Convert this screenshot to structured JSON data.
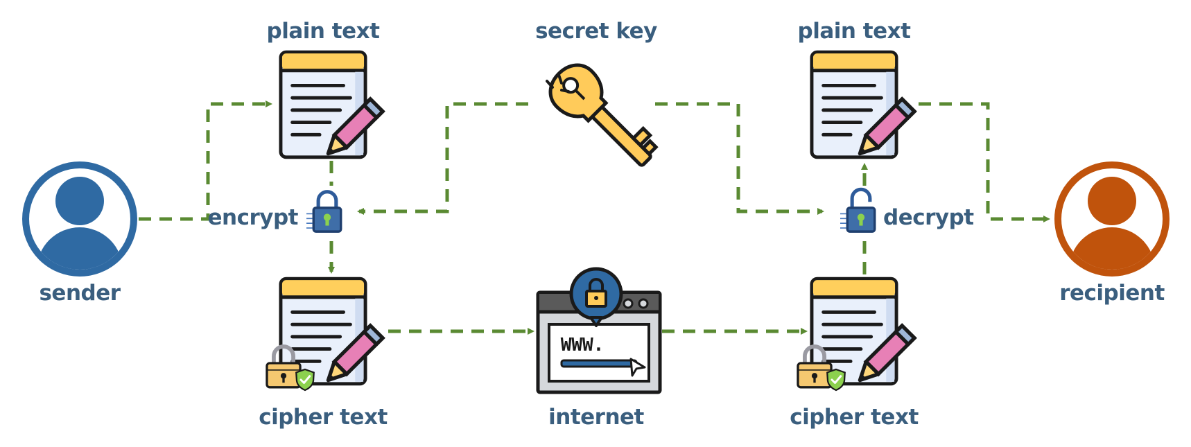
{
  "labels": {
    "sender": "sender",
    "recipient": "recipient",
    "plain_text_left": "plain text",
    "plain_text_right": "plain text",
    "secret_key": "secret key",
    "encrypt": "encrypt",
    "decrypt": "decrypt",
    "cipher_text_left": "cipher text",
    "cipher_text_right": "cipher text",
    "internet": "internet",
    "www": "WWW."
  },
  "colors": {
    "sender": "#2f6aa3",
    "recipient": "#c0530c",
    "arrow": "#5a8a32",
    "label": "#3a5e7e",
    "doc_header": "#ffcf5c",
    "doc_body": "#e9f0fb",
    "pencil": "#e780b6",
    "padlock": "#2e5b9a",
    "key": "#ffcb5a"
  },
  "icons": {
    "sender": "user-avatar-icon",
    "recipient": "user-avatar-icon",
    "document": "document-pencil-icon",
    "padlock": "padlock-icon",
    "key": "key-icon",
    "browser": "browser-lock-icon",
    "shield": "shield-check-icon"
  }
}
